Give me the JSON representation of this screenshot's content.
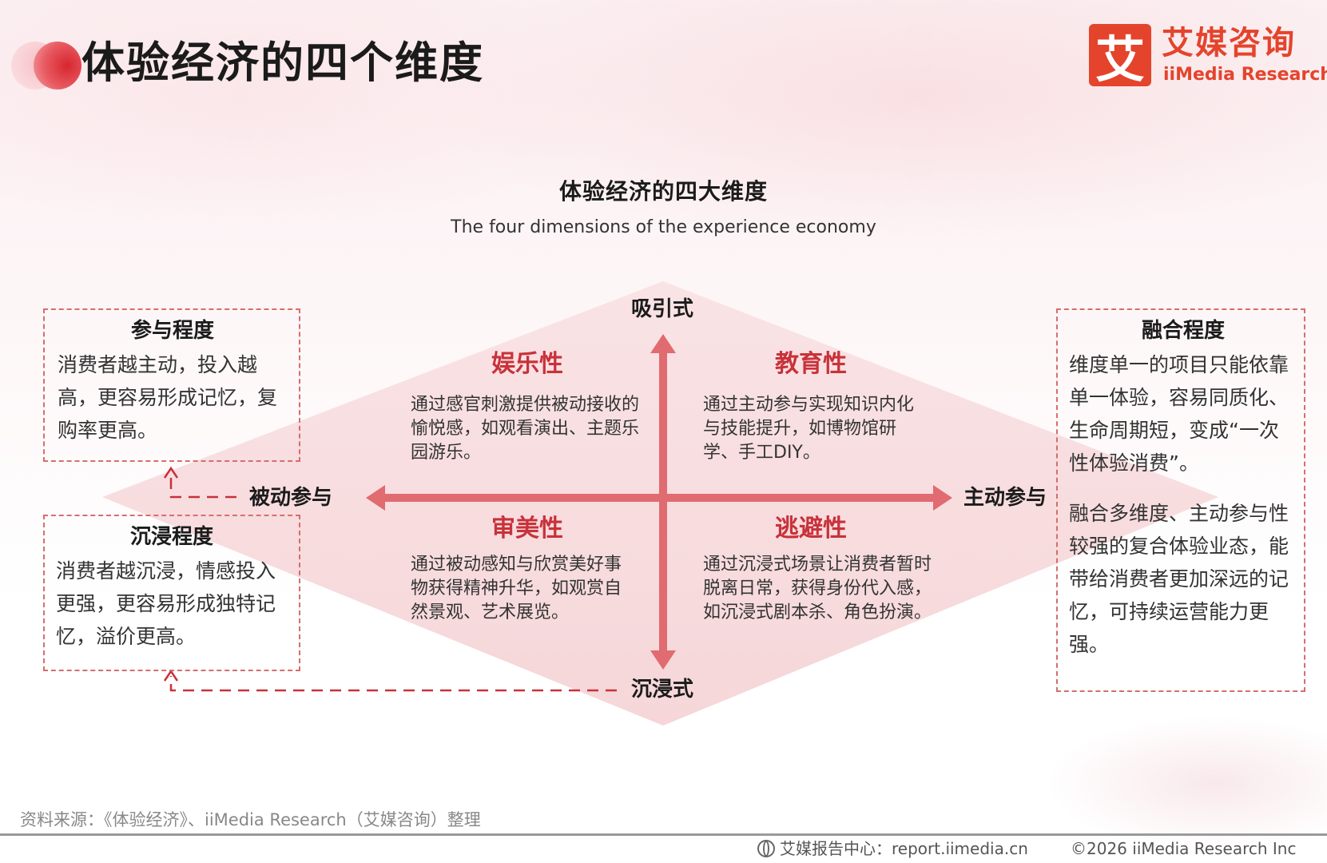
{
  "page": {
    "title": "体验经济的四个维度"
  },
  "logo": {
    "mark": "艾",
    "name_cn": "艾媒咨询",
    "name_en": "iiMedia Research"
  },
  "diagram": {
    "title": "体验经济的四大维度",
    "subtitle": "The four dimensions of the experience economy",
    "axes": {
      "top": "吸引式",
      "bottom": "沉浸式",
      "left": "被动参与",
      "right": "主动参与"
    },
    "quadrants": [
      {
        "title": "娱乐性",
        "description": "通过感官刺激提供被动接收的愉悦感，如观看演出、主题乐园游乐。"
      },
      {
        "title": "教育性",
        "description": "通过主动参与实现知识内化与技能提升，如博物馆研学、手工DIY。"
      },
      {
        "title": "审美性",
        "description": "通过被动感知与欣赏美好事物获得精神升华，如观赏自然景观、艺术展览。"
      },
      {
        "title": "逃避性",
        "description": "通过沉浸式场景让消费者暂时脱离日常，获得身份代入感，如沉浸式剧本杀、角色扮演。"
      }
    ],
    "left_boxes": [
      {
        "title": "参与程度",
        "description": "消费者越主动，投入越高，更容易形成记忆，复购率更高。"
      },
      {
        "title": "沉浸程度",
        "description": "消费者越沉浸，情感投入更强，更容易形成独特记忆，溢价更高。"
      }
    ],
    "right_box": {
      "title": "融合程度",
      "paragraph1": "维度单一的项目只能依靠单一体验，容易同质化、生命周期短，变成“一次性体验消费”。",
      "paragraph2": "融合多维度、主动参与性较强的复合体验业态，能带给消费者更加深远的记忆，可持续运营能力更强。"
    },
    "colors": {
      "accent": "#c8323a",
      "axis": "#e06b70",
      "diamond": "#f6d7d9",
      "dashed": "#d56e6e"
    }
  },
  "footer": {
    "source": "资料来源：《体验经济》、iiMedia Research（艾媒咨询）整理",
    "site": "艾媒报告中心：report.iimedia.cn",
    "copyright": "©2026  iiMedia Research  Inc"
  }
}
